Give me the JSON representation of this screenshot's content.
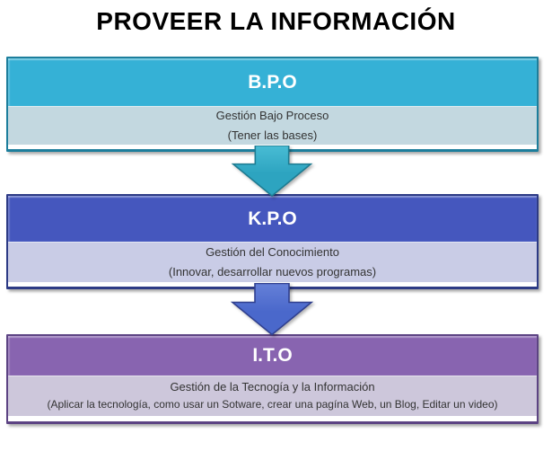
{
  "title": "PROVEER LA INFORMACIÓN",
  "boxes": [
    {
      "id": "bpo",
      "header": "B.P.O",
      "line1": "Gestión Bajo Proceso",
      "line2": "(Tener las bases)"
    },
    {
      "id": "kpo",
      "header": "K.P.O",
      "line1": "Gestión del Conocimiento",
      "line2": "(Innovar, desarrollar nuevos programas)"
    },
    {
      "id": "ito",
      "header": "I.T.O",
      "line1": "Gestión de la Tecnogía y la Información",
      "line2": "(Aplicar la tecnología, como usar un Sotware, crear una pagína Web, un Blog, Editar un video)"
    }
  ],
  "arrows": [
    {
      "name": "arrow-bpo-to-kpo",
      "direction": "down"
    },
    {
      "name": "arrow-kpo-to-ito",
      "direction": "down"
    }
  ],
  "colors": {
    "title_text": "#000000",
    "header_text": "#ffffff",
    "text_dark": "#333333",
    "bpo_header": "#35b1d6",
    "bpo_sub": "#c3d8e0",
    "bpo_border": "#1c7e9c",
    "kpo_header": "#4557be",
    "kpo_sub": "#c9cce6",
    "kpo_border": "#2c3a85",
    "ito_header": "#8864b0",
    "ito_sub": "#cdc7db",
    "ito_border": "#5c4383",
    "arrow1_fill": "#2da4c0",
    "arrow1_fill_light": "#49bcd4",
    "arrow1_border": "#1e7b91",
    "arrow2_fill": "#4a68cb",
    "arrow2_fill_light": "#6580d8",
    "arrow2_border": "#30408f"
  }
}
